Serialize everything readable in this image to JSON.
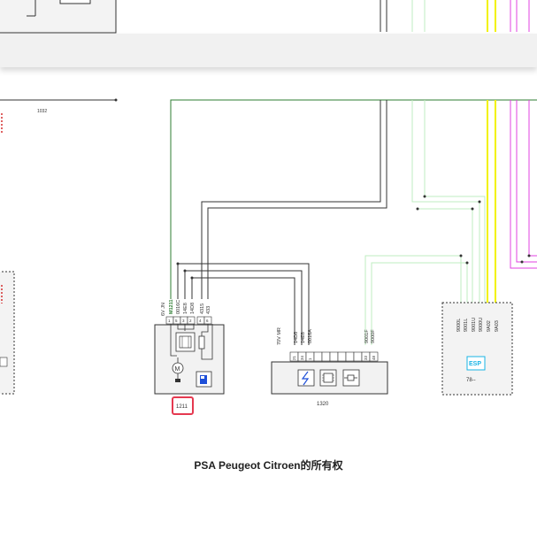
{
  "diagram": {
    "copyright": "PSA Peugeot Citroen的所有权",
    "left_ref": "1032",
    "fuel_pump_block": {
      "id": "1211",
      "connector": "6V JN",
      "wires": [
        "M1211",
        "0016C",
        "14E8",
        "14D8",
        "4315",
        "433"
      ],
      "pins": [
        "1",
        "5",
        "3",
        "2",
        "4",
        "6"
      ],
      "selected": true
    },
    "ecu_block": {
      "id": "1320",
      "connector": "70V MR",
      "wires": [
        "14D8",
        "14E8",
        "0016A",
        "9001F",
        "9000F"
      ],
      "pins": [
        "21",
        "34",
        "1",
        "33",
        "48"
      ]
    },
    "esp_block": {
      "id": "7800",
      "label": "78--",
      "icon_text": "ESP",
      "wires": [
        "9000L",
        "9001L",
        "9001U",
        "9000U",
        "9A02",
        "9A03"
      ]
    },
    "colors": {
      "wire_dark": "#333333",
      "wire_green": "#2e7d32",
      "wire_light_green": "#bfeec0",
      "wire_yellow": "#f2f200",
      "wire_magenta": "#e040e0",
      "wire_red": "#d32f2f",
      "highlight": "#e53950",
      "esp_icon": "#19b4e6"
    }
  }
}
